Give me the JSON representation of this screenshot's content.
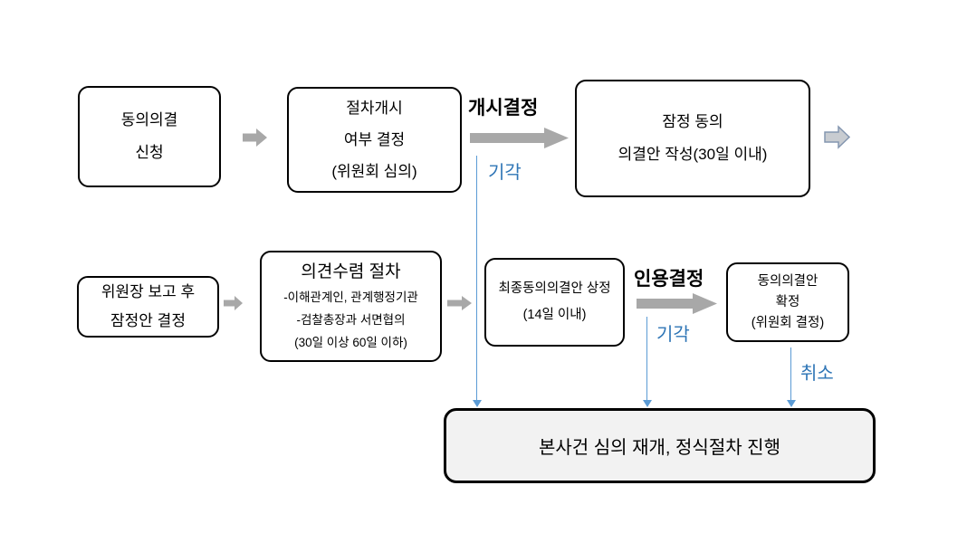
{
  "colors": {
    "arrow_gray": "#a8a8a8",
    "hollow_arrow_fill": "#c8ccd1",
    "hollow_arrow_stroke": "#8496b0",
    "blue_text": "#2e75b6",
    "blue_line": "#5b9bd5",
    "final_box_fill": "#f2f2f2",
    "box_border": "#000000"
  },
  "flow": {
    "box_apply": {
      "line1": "동의의결",
      "line2": "신청"
    },
    "box_open_decision": {
      "line1": "절차개시",
      "line2": "여부 결정",
      "line3": "(위원회 심의)"
    },
    "label_open": "개시결정",
    "label_dismiss1": "기각",
    "box_draft": {
      "line1": "잠정 동의",
      "line2": "의결안 작성(30일 이내)"
    },
    "box_report": {
      "line1": "위원장 보고 후",
      "line2": "잠정안 결정"
    },
    "box_opinion": {
      "title": "의견수렴 절차",
      "line1": "-이해관계인, 관계행정기관",
      "line2": "-검찰총장과 서면협의",
      "line3": "(30일 이상 60일 이하)"
    },
    "box_final_draft": {
      "line1": "최종동의의결안 상정",
      "line2": "(14일 이내)"
    },
    "label_accept": "인용결정",
    "label_dismiss2": "기각",
    "box_confirm": {
      "line1": "동의의결안",
      "line2": "확정",
      "line3": "(위원회 결정)"
    },
    "label_cancel": "취소",
    "final_box": {
      "text": "본사건 심의 재개, 정식절차 진행"
    }
  },
  "icons": {
    "small_arrow": "right-block-arrow",
    "big_arrow": "thick-right-arrow",
    "hollow_arrow": "outlined-right-arrow",
    "drop_arrow": "down-arrow"
  }
}
